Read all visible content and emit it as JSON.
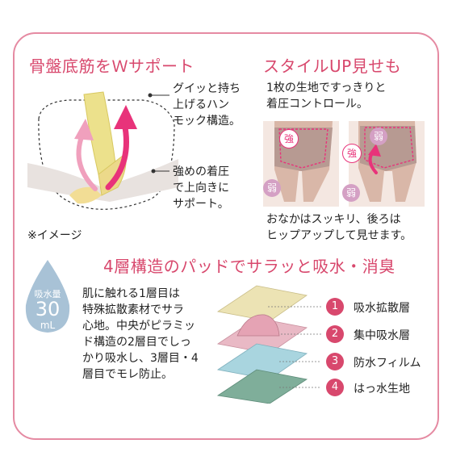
{
  "section1": {
    "title": "骨盤底筋をＷサポート",
    "callout1": [
      "グイッと持ち",
      "上げるハン",
      "モック構造。"
    ],
    "callout2": [
      "強めの着圧",
      "で上向きに",
      "サポート。"
    ],
    "note": "※イメージ"
  },
  "section2": {
    "title": "スタイルUP見せも",
    "desc": [
      "1枚の生地ですっきりと",
      "着圧コントロール。"
    ],
    "badge_strong": "強",
    "badge_weak": "弱",
    "caption": [
      "おなかはスッキリ、後ろは",
      "ヒップアップして見せます。"
    ]
  },
  "section3": {
    "title": "4層構造のパッドでサラッと吸水・消臭",
    "drop": {
      "label": "吸水量",
      "value": "30",
      "unit": "mL"
    },
    "desc": [
      "肌に触れる1層目は",
      "特殊拡散素材でサラ",
      "心地。中央がピラミッ",
      "ド構造の2層目でしっ",
      "かり吸水し、3層目・4",
      "層目でモレ防止。"
    ],
    "layers": [
      {
        "num": "1",
        "label": "吸水拡散層",
        "color": "#ece3b4"
      },
      {
        "num": "2",
        "label": "集中吸水層",
        "color": "#e9b9c5"
      },
      {
        "num": "3",
        "label": "防水フィルム",
        "color": "#a9d5df"
      },
      {
        "num": "4",
        "label": "はっ水生地",
        "color": "#7fae9a"
      }
    ]
  },
  "colors": {
    "accent": "#d8486d",
    "border": "#e58aa2",
    "drop": "#a8c2d6"
  }
}
